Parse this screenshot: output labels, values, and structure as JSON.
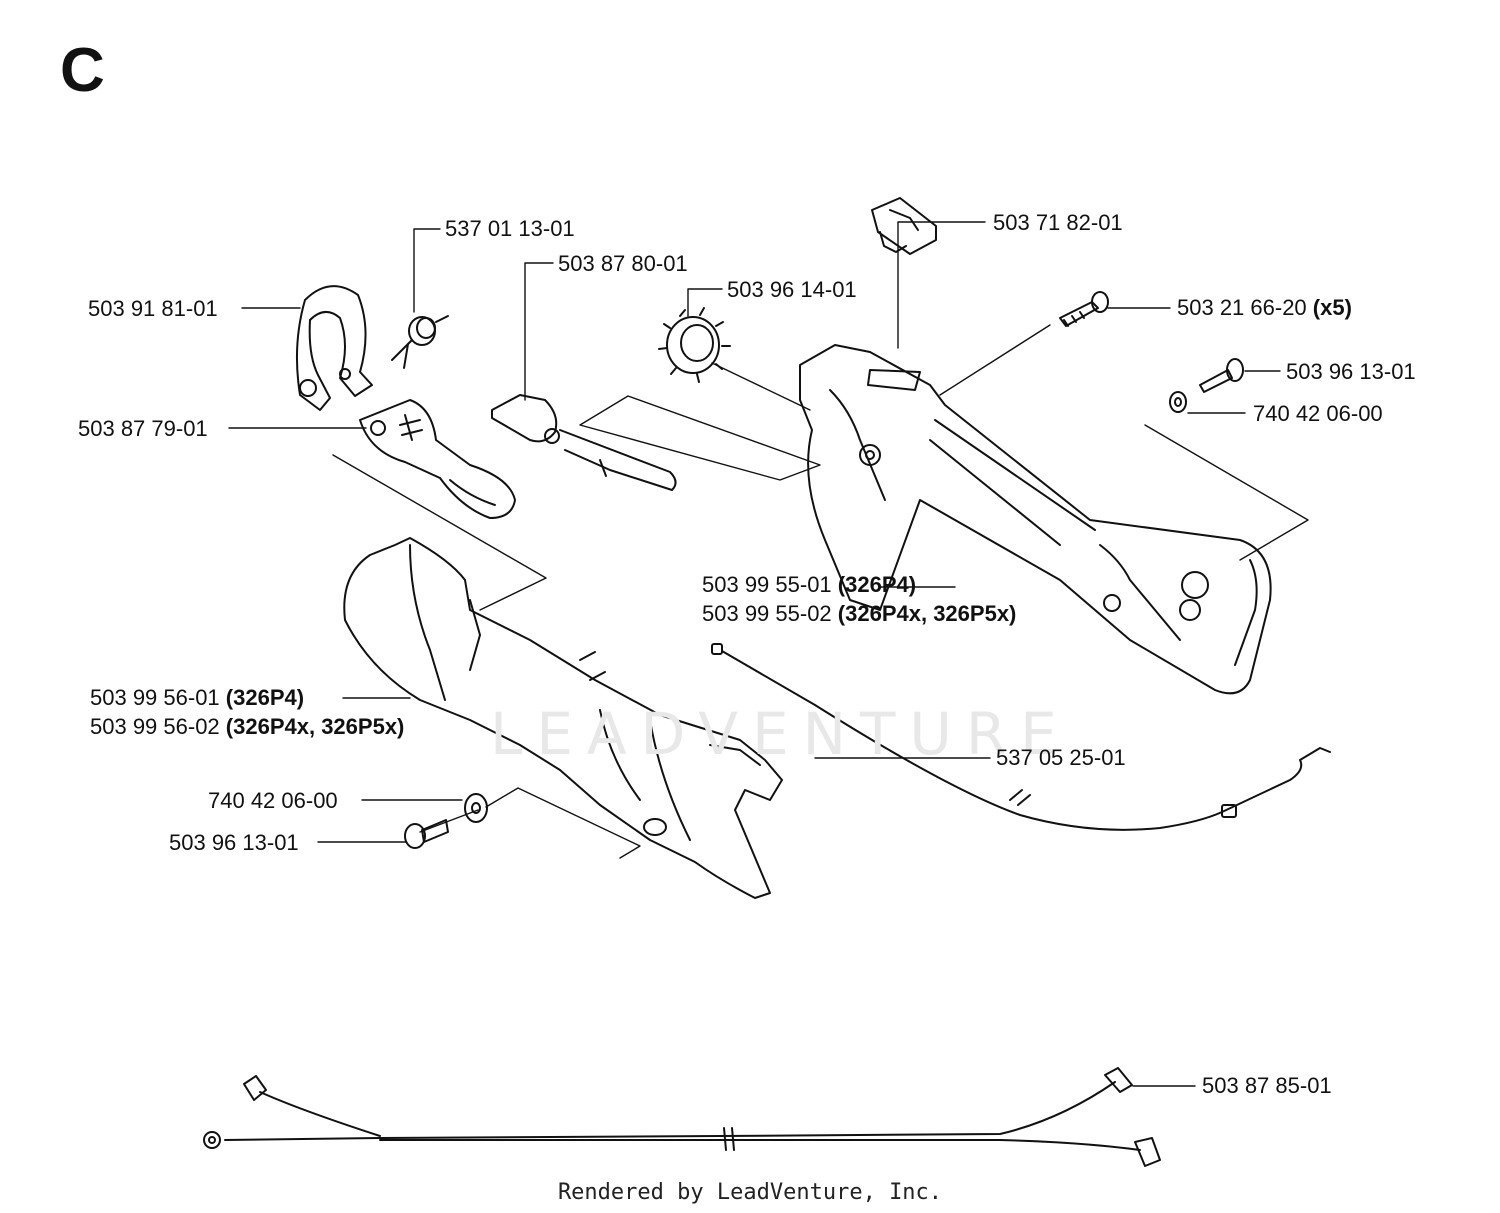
{
  "section_letter": "C",
  "watermark": "LEADVENTURE",
  "footer": "Rendered by LeadVenture, Inc.",
  "parts": [
    {
      "id": "p1",
      "number": "537 01 13-01",
      "qualifier": ""
    },
    {
      "id": "p2",
      "number": "503 87 80-01",
      "qualifier": ""
    },
    {
      "id": "p3",
      "number": "503 96 14-01",
      "qualifier": ""
    },
    {
      "id": "p4",
      "number": "503 71 82-01",
      "qualifier": ""
    },
    {
      "id": "p5",
      "number": "503 91 81-01",
      "qualifier": ""
    },
    {
      "id": "p6",
      "number": "503 21 66-20",
      "qualifier": "(x5)"
    },
    {
      "id": "p7",
      "number": "503 96 13-01",
      "qualifier": ""
    },
    {
      "id": "p8",
      "number": "740 42 06-00",
      "qualifier": ""
    },
    {
      "id": "p9",
      "number": "503 87 79-01",
      "qualifier": ""
    },
    {
      "id": "p10",
      "number": "503 99 55-01",
      "qualifier": "(326P4)"
    },
    {
      "id": "p11",
      "number": "503 99 55-02",
      "qualifier": "(326P4x, 326P5x)"
    },
    {
      "id": "p12",
      "number": "503 99 56-01",
      "qualifier": "(326P4)"
    },
    {
      "id": "p13",
      "number": "503 99 56-02",
      "qualifier": "(326P4x, 326P5x)"
    },
    {
      "id": "p14",
      "number": "537 05 25-01",
      "qualifier": ""
    },
    {
      "id": "p15",
      "number": "740 42 06-00",
      "qualifier": ""
    },
    {
      "id": "p16",
      "number": "503 96 13-01",
      "qualifier": ""
    },
    {
      "id": "p17",
      "number": "503 87 85-01",
      "qualifier": ""
    }
  ]
}
